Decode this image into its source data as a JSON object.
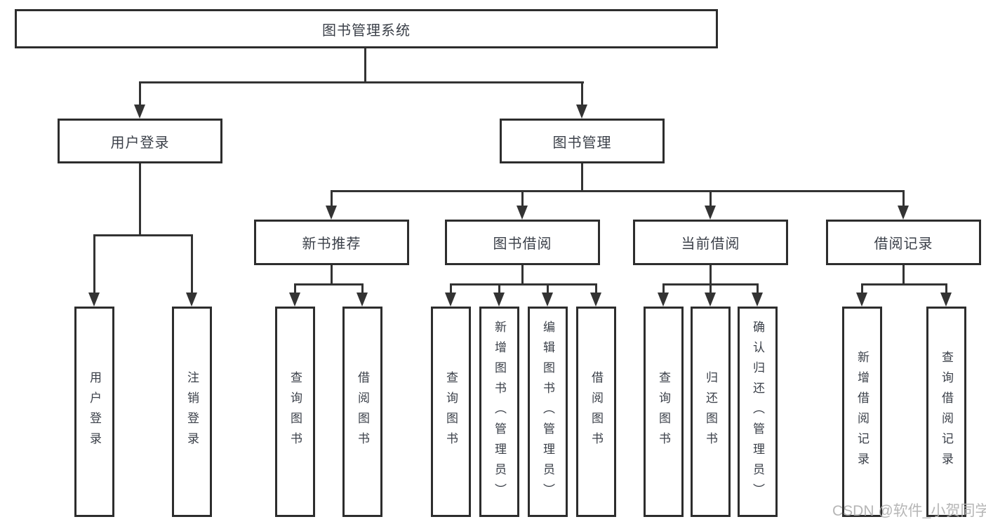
{
  "colors": {
    "line": "#333333",
    "box_border": "#2d2d2d",
    "text": "#3b4049",
    "watermark": "#b0b0b0",
    "background": "#ffffff"
  },
  "diagram": {
    "root": {
      "label": "图书管理系统"
    },
    "level2": [
      {
        "label": "用户登录"
      },
      {
        "label": "图书管理"
      }
    ],
    "level3": [
      {
        "label": "新书推荐"
      },
      {
        "label": "图书借阅"
      },
      {
        "label": "当前借阅"
      },
      {
        "label": "借阅记录"
      }
    ],
    "leaves": {
      "login": [
        "用户登录",
        "注销登录"
      ],
      "recommend": [
        "查询图书",
        "借阅图书"
      ],
      "borrow": [
        "查询图书",
        "新增图书（管理员）",
        "编辑图书（管理员）",
        "借阅图书"
      ],
      "current": [
        "查询图书",
        "归还图书",
        "确认归还（管理员）"
      ],
      "records": [
        "新增借阅记录",
        "查询借阅记录"
      ]
    }
  },
  "watermark": {
    "text": "CSDN @软件_小贺同学"
  }
}
